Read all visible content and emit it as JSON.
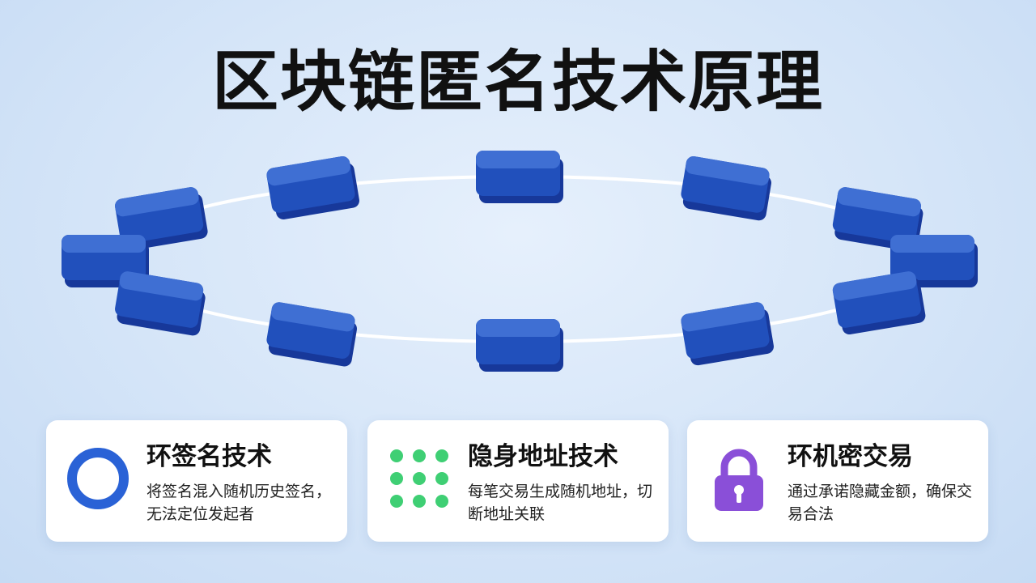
{
  "title": "区块链匿名技术原理",
  "diagram": {
    "node_count": 12,
    "colors": {
      "block_top": "#3f6fd3",
      "block_front": "#2150bc",
      "block_side": "#17389a",
      "ring": "#ffffff"
    }
  },
  "cards": [
    {
      "icon": "ring-icon",
      "title": "环签名技术",
      "description": "将签名混入随机历史签名，无法定位发起者",
      "icon_color": "#2a62d6"
    },
    {
      "icon": "dot-grid-icon",
      "title": "隐身地址技术",
      "description": "每笔交易生成随机地址，切断地址关联",
      "icon_color": "#3fcf74"
    },
    {
      "icon": "lock-icon",
      "title": "环机密交易",
      "description": "通过承诺隐藏金额，确保交易合法",
      "icon_color": "#8a4fd8"
    }
  ]
}
